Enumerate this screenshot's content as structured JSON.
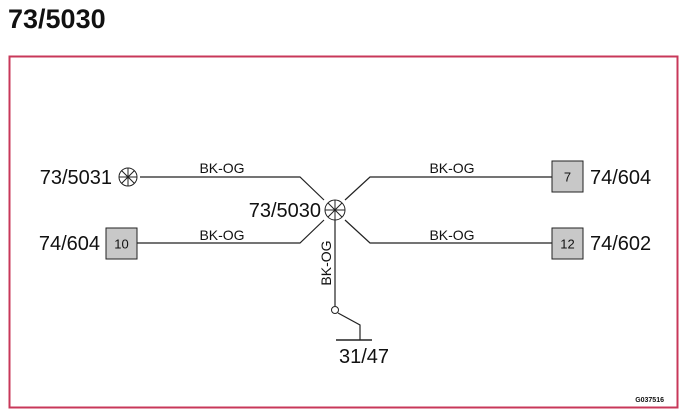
{
  "title": "73/5030",
  "diagram": {
    "frame_color": "#c8385a",
    "box_fill": "#c8c8c8",
    "nodes": {
      "splice_left": "73/5031",
      "splice_center": "73/5030",
      "connector_left": "74/604",
      "connector_right_top": "74/604",
      "connector_right_bottom": "74/602",
      "ground": "31/47"
    },
    "pins": {
      "left": "10",
      "right_top": "7",
      "right_bottom": "12"
    },
    "wires": {
      "top_left": "BK-OG",
      "top_right": "BK-OG",
      "bottom_left": "BK-OG",
      "bottom_right": "BK-OG",
      "vertical": "BK-OG"
    },
    "ref_code": "G037516"
  }
}
